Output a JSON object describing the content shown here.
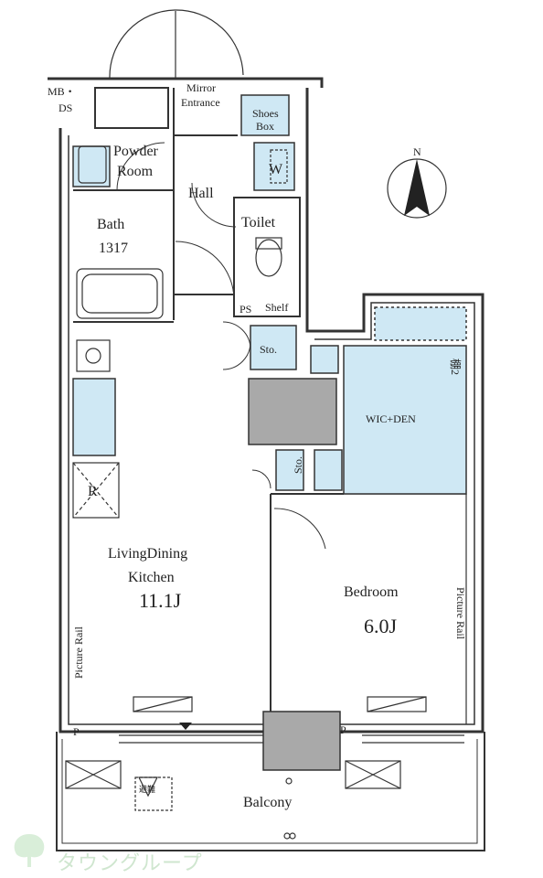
{
  "rooms": {
    "mb_ds": [
      "MB・",
      "DS"
    ],
    "mirror": "Mirror",
    "entrance": "Entrance",
    "shoes_box": [
      "Shoes",
      "Box"
    ],
    "powder_room": [
      "Powder",
      "Room"
    ],
    "w": "W",
    "hall": "Hall",
    "toilet": "Toilet",
    "bath": [
      "Bath",
      "1317"
    ],
    "ps": "PS",
    "shelf": "Shelf",
    "sto1": "Sto.",
    "sto2": "Sto.",
    "wic_den": "WIC+DEN",
    "refrigerator": "R",
    "ldk": [
      "LivingDining",
      "Kitchen",
      "11.1J"
    ],
    "bedroom": [
      "Bedroom",
      "6.0J"
    ],
    "picture_rail_left": "Picture Rail",
    "picture_rail_right": "Picture Rail",
    "p_left": "P",
    "p_right": "P",
    "balcony": "Balcony",
    "shelf_vertical": "棚2",
    "hatch": "避難"
  },
  "compass": {
    "label": "N"
  },
  "watermark": {
    "text": "タウングループ"
  },
  "colors": {
    "storage_blue": "#cfe8f4",
    "gray": "#a9a9a9",
    "line": "#333333"
  }
}
